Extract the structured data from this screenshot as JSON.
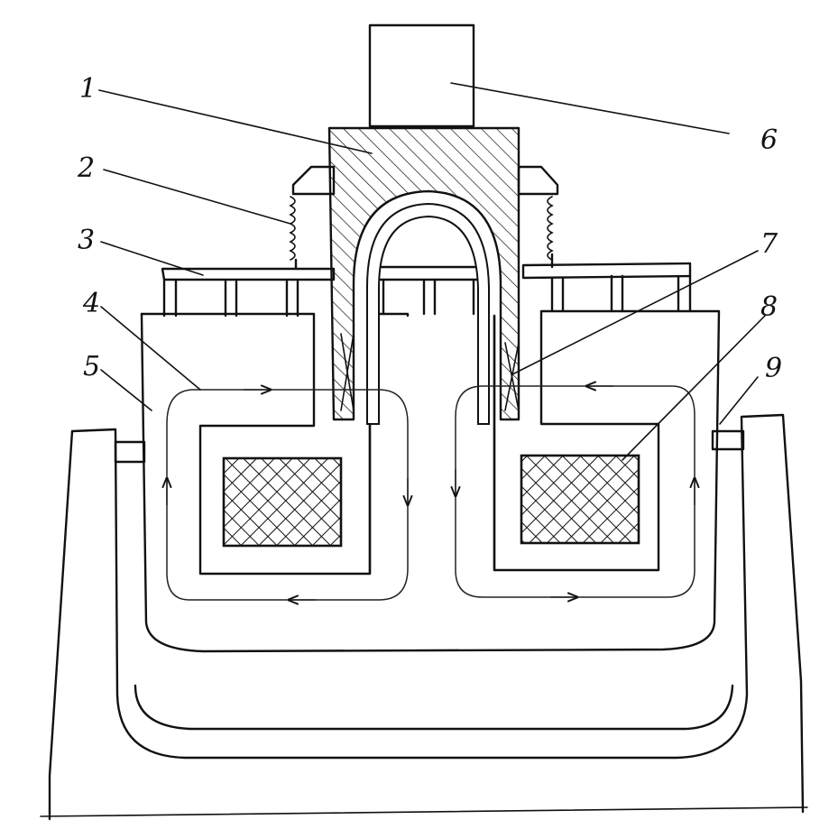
{
  "labels": {
    "l1": "1",
    "l2": "2",
    "l3": "3",
    "l4": "4",
    "l5": "5",
    "l6": "6",
    "l7": "7",
    "l8": "8",
    "l9": "9"
  }
}
